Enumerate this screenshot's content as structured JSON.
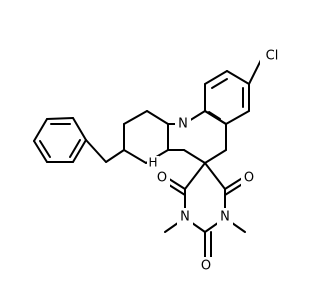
{
  "molecule": {
    "atom_labels": {
      "chlorine": "Cl",
      "ring_nitrogen": "N",
      "upper_carbonyl_oxygen_left": "O",
      "upper_carbonyl_oxygen_right": "O",
      "lower_carbonyl_oxygen": "O",
      "imide_nitrogen_left": "N",
      "imide_nitrogen_right": "N",
      "ring_junction_hydrogen": "H"
    },
    "methyl_labels": {
      "left": "",
      "right": ""
    }
  },
  "colors": {
    "bond": "#000000",
    "text": "#000000",
    "background": "#ffffff"
  }
}
